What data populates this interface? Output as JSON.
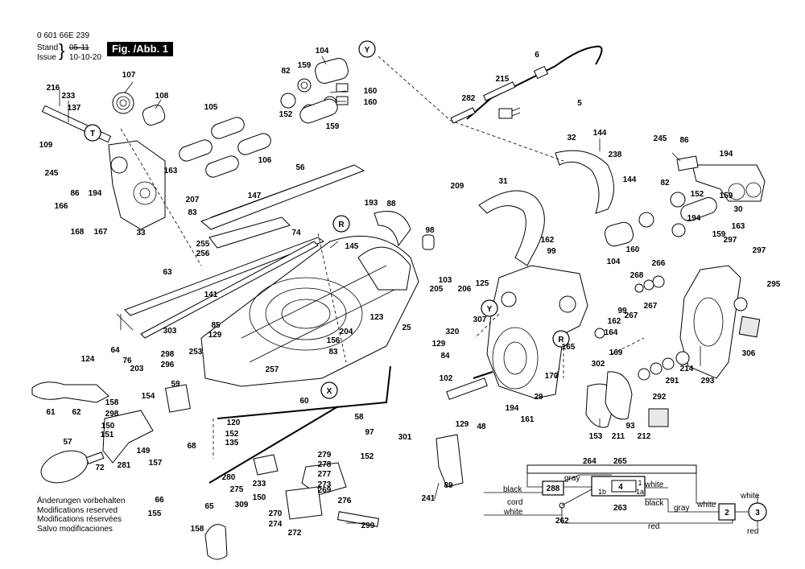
{
  "header": {
    "doc_number": "0 601 66E 239",
    "stand_label": "Stand",
    "stand_old": "05-11",
    "issue_label": "Issue",
    "issue_date": "10-10-20",
    "figure_label": "Fig. /Abb. 1"
  },
  "notes": [
    "Änderungen vorbehalten",
    "Modifications reserved",
    "Modifications réservées",
    "Salvo modificaciones"
  ],
  "callouts": {
    "T": "T",
    "Y": "Y",
    "R": "R",
    "X": "X",
    "v1": "1",
    "v3": "3"
  },
  "wiring": {
    "black": "black",
    "gray": "gray",
    "white": "white",
    "red": "red",
    "cord": "cord",
    "p288": "288",
    "p4": "4",
    "p2": "2",
    "t1": "1",
    "t1a": "1a",
    "t1b": "1b",
    "p262": "262",
    "p263": "263",
    "p264": "264",
    "p265": "265"
  },
  "parts": [
    "216",
    "233",
    "137",
    "107",
    "108",
    "109",
    "245",
    "86",
    "194",
    "163",
    "207",
    "83",
    "166",
    "168",
    "167",
    "33",
    "105",
    "106",
    "104",
    "159",
    "82",
    "152",
    "160",
    "160",
    "159",
    "6",
    "215",
    "282",
    "5",
    "56",
    "147",
    "255",
    "256",
    "74",
    "145",
    "193",
    "88",
    "98",
    "103",
    "205",
    "206",
    "209",
    "31",
    "32",
    "144",
    "238",
    "144",
    "245",
    "86",
    "194",
    "82",
    "152",
    "159",
    "194",
    "163",
    "30",
    "159",
    "297",
    "297",
    "295",
    "63",
    "141",
    "85",
    "129",
    "303",
    "64",
    "76",
    "298",
    "296",
    "203",
    "253",
    "124",
    "61",
    "62",
    "158",
    "298",
    "154",
    "150",
    "151",
    "59",
    "57",
    "72",
    "281",
    "149",
    "68",
    "157",
    "66",
    "155",
    "65",
    "158",
    "120",
    "152",
    "135",
    "97",
    "58",
    "152",
    "60",
    "257",
    "280",
    "275",
    "233",
    "150",
    "309",
    "270",
    "274",
    "272",
    "279",
    "278",
    "277",
    "273",
    "269",
    "276",
    "299",
    "125",
    "123",
    "25",
    "204",
    "156",
    "83",
    "307",
    "320",
    "129",
    "84",
    "165",
    "102",
    "194",
    "161",
    "29",
    "129",
    "48",
    "170",
    "302",
    "169",
    "301",
    "89",
    "241",
    "162",
    "99",
    "104",
    "160",
    "266",
    "268",
    "267",
    "99",
    "162",
    "164",
    "267",
    "293",
    "214",
    "291",
    "292",
    "93",
    "211",
    "212",
    "153",
    "306"
  ]
}
